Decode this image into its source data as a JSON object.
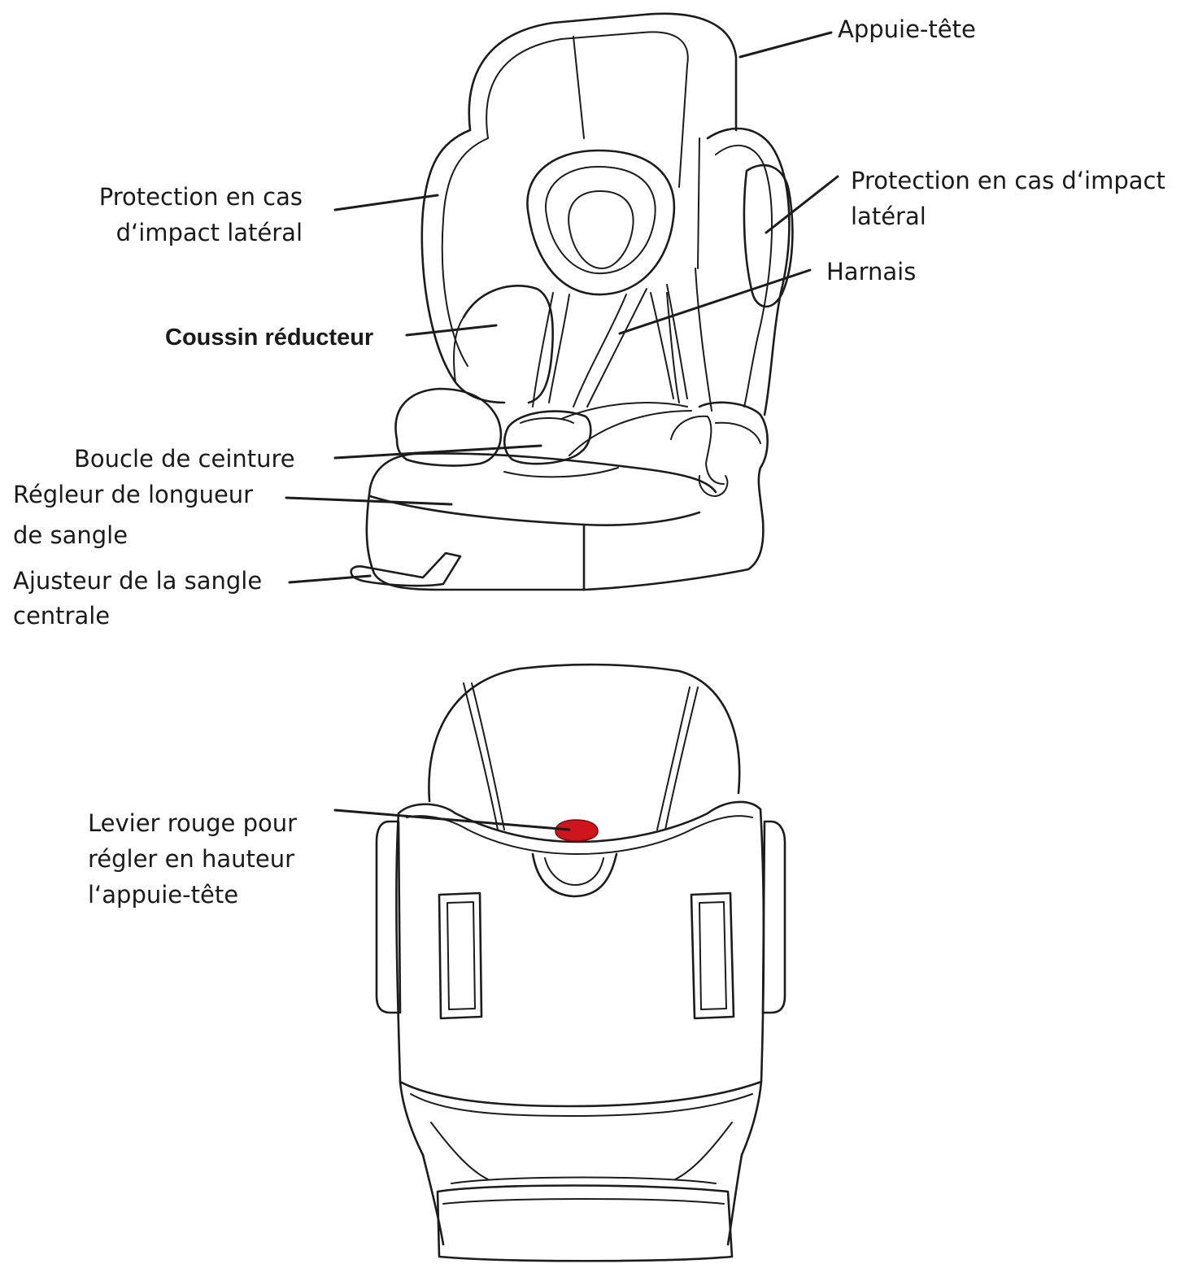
{
  "labels": {
    "headrest": "Appuie-tête",
    "side_impact_left": [
      "Protection en cas",
      "d‘impact latéral"
    ],
    "side_impact_right": [
      "Protection en cas d‘impact",
      "latéral"
    ],
    "harness": "Harnais",
    "reducer_cushion": "Coussin réducteur",
    "belt_buckle": "Boucle de ceinture",
    "strap_length_adjuster": [
      "Régleur de longueur",
      "de sangle"
    ],
    "central_strap_adjuster": [
      "Ajusteur de la sangle",
      "centrale"
    ],
    "red_lever": [
      "Levier rouge pour",
      "régler en hauteur",
      "l‘appuie-tête"
    ]
  },
  "colors": {
    "line": "#1c1c1c",
    "lever": "#d0141c"
  }
}
